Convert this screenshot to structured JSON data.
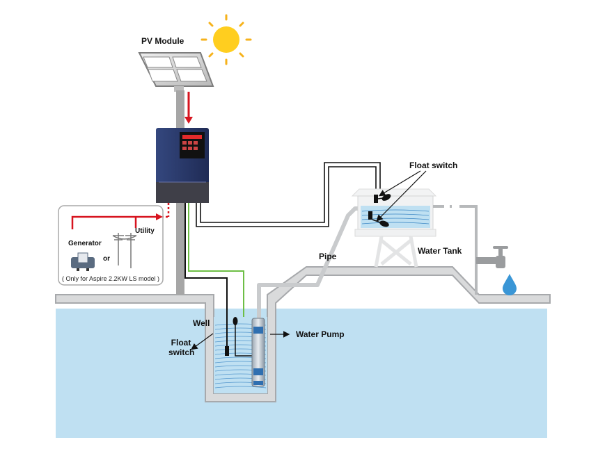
{
  "labels": {
    "pv_module": "PV Module",
    "float_switch_tank": "Float switch",
    "water_tank": "Water Tank",
    "pipe": "Pipe",
    "well": "Well",
    "float_switch_well_line1": "Float",
    "float_switch_well_line2": "switch",
    "water_pump": "Water Pump",
    "generator": "Generator",
    "utility": "Utility",
    "or": "or",
    "model_note": "( Only for Aspire 2.2KW LS model )"
  },
  "icons": [
    "sun-icon",
    "solar-panel-icon",
    "inverter-icon",
    "generator-icon",
    "utility-pole-icon",
    "water-tank-icon",
    "faucet-icon",
    "water-drop-icon",
    "submersible-pump-icon",
    "float-switch-icon"
  ],
  "colors": {
    "sky_water": "#bfe0f2",
    "ground_fill": "#d9dadb",
    "ground_stroke": "#a7a9ac",
    "power_line": "#d7141f",
    "ground_wire": "#6dbe45",
    "cable": "#111111",
    "inverter": "#2b3d73",
    "sun": "#ffce1f"
  }
}
